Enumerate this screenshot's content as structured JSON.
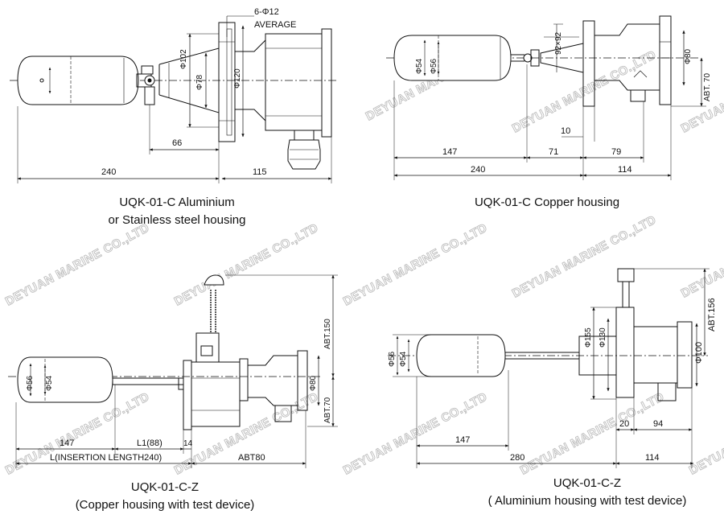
{
  "watermark": "DEYUAN MARINE CO.,LTD",
  "diagrams": {
    "d1": {
      "caption_line1": "UQK-01-C Aluminium",
      "caption_line2": "or Stainless steel housing",
      "dims": {
        "holes": "6-Φ12",
        "average": "AVERAGE",
        "d102": "Φ102",
        "d78": "Φ78",
        "d120": "Φ120",
        "l66": "66",
        "l240": "240",
        "l115": "115"
      }
    },
    "d2": {
      "caption": "UQK-01-C Copper housing",
      "dims": {
        "sq": "92×92",
        "d54": "Φ54",
        "d56": "Φ56",
        "d80": "Φ80",
        "abt70": "ABT. 70",
        "l10": "10",
        "l147": "147",
        "l71": "71",
        "l79": "79",
        "l240": "240",
        "l114": "114"
      }
    },
    "d3": {
      "caption_line1": "UQK-01-C-Z",
      "caption_line2": "(Copper housing with test device)",
      "dims": {
        "d56": "Φ56",
        "d54": "Φ54",
        "l147": "147",
        "l1": "L1(88)",
        "l14": "14",
        "insertion": "L(INSERTION LENGTH240)",
        "abt80": "ABT80",
        "abt150": "ABT.150",
        "abt70": "ABT.70",
        "d80": "Φ80"
      }
    },
    "d4": {
      "caption_line1": "UQK-01-C-Z",
      "caption_line2": "( Aluminium housing with test device)",
      "dims": {
        "d56": "Φ56",
        "d54": "Φ54",
        "d155": "Φ155",
        "d130": "Φ130",
        "d100": "Φ100",
        "abt156": "ABT.156",
        "l20": "20",
        "l94": "94",
        "l147": "147",
        "l280": "280",
        "l114": "114"
      }
    }
  }
}
